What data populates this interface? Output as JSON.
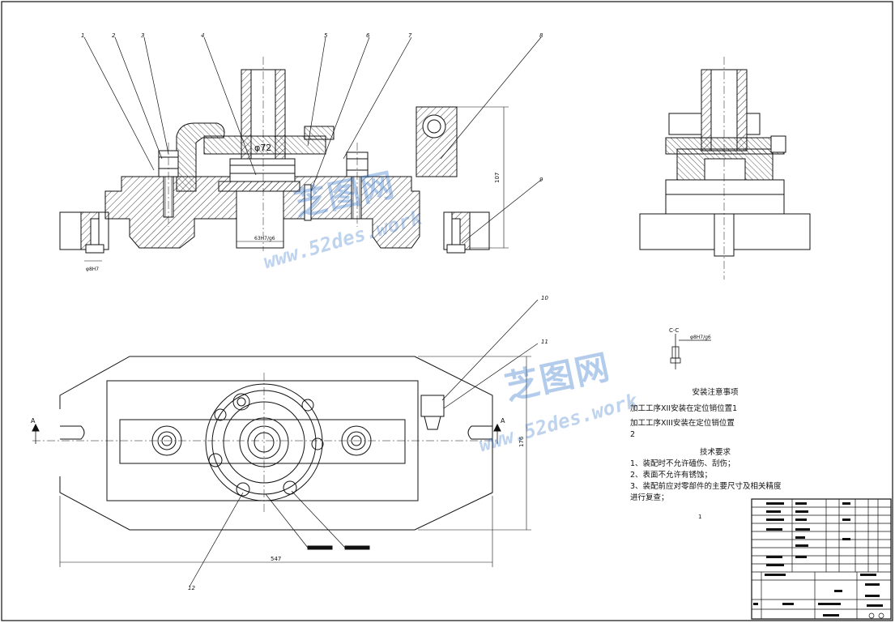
{
  "watermark": {
    "brand": "芝图网",
    "url": "www.52des.work"
  },
  "labels": {
    "balloons": [
      "1",
      "2",
      "3",
      "4",
      "5",
      "6",
      "7",
      "8",
      "9",
      "10",
      "11",
      "12"
    ],
    "bore_diameter": "φ72",
    "fit_bottom": "63H7/g6",
    "fit_left": "φ8H7",
    "height_dim": "107",
    "width_dim": "547",
    "depth_dim": "176",
    "section_name": "C-C",
    "section_fit": "φ8H7/g6",
    "section_arrow": "A",
    "page_mark": "1"
  },
  "notes": {
    "install_title": "安装注意事项",
    "install_1": "加工工序XII安装在定位销位置1",
    "install_2a": "加工工序XIII安装在定位销位置",
    "install_2b": "2",
    "tech_title": "技术要求",
    "tech_1": "1、装配时不允许磕伤、刮伤；",
    "tech_2": "2、表面不允许有锈蚀；",
    "tech_3a": "3、装配前应对零部件的主要尺寸及相关精度",
    "tech_3b": "进行复查；"
  },
  "colors": {
    "line": "#111111",
    "watermark": "#2f78c8"
  }
}
